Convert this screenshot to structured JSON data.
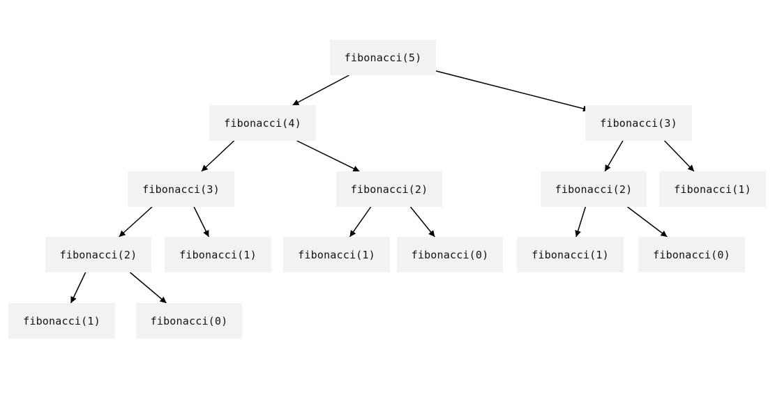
{
  "diagram": {
    "nodes": {
      "root": "fibonacci(5)",
      "f4": "fibonacci(4)",
      "f3r": "fibonacci(3)",
      "f3l": "fibonacci(3)",
      "f2m": "fibonacci(2)",
      "f2r": "fibonacci(2)",
      "f1r": "fibonacci(1)",
      "f2l": "fibonacci(2)",
      "f1a": "fibonacci(1)",
      "f1b": "fibonacci(1)",
      "f0a": "fibonacci(0)",
      "f1c": "fibonacci(1)",
      "f0b": "fibonacci(0)",
      "f1d": "fibonacci(1)",
      "f0c": "fibonacci(0)"
    },
    "edges": [
      [
        "root",
        "f4"
      ],
      [
        "root",
        "f3r"
      ],
      [
        "f4",
        "f3l"
      ],
      [
        "f4",
        "f2m"
      ],
      [
        "f3r",
        "f2r"
      ],
      [
        "f3r",
        "f1r"
      ],
      [
        "f3l",
        "f2l"
      ],
      [
        "f3l",
        "f1a"
      ],
      [
        "f2m",
        "f1b"
      ],
      [
        "f2m",
        "f0a"
      ],
      [
        "f2r",
        "f1c"
      ],
      [
        "f2r",
        "f0b"
      ],
      [
        "f2l",
        "f1d"
      ],
      [
        "f2l",
        "f0c"
      ]
    ],
    "colors": {
      "node_fill": "#f2f2f2",
      "edge": "#000000",
      "text": "#111111"
    }
  }
}
